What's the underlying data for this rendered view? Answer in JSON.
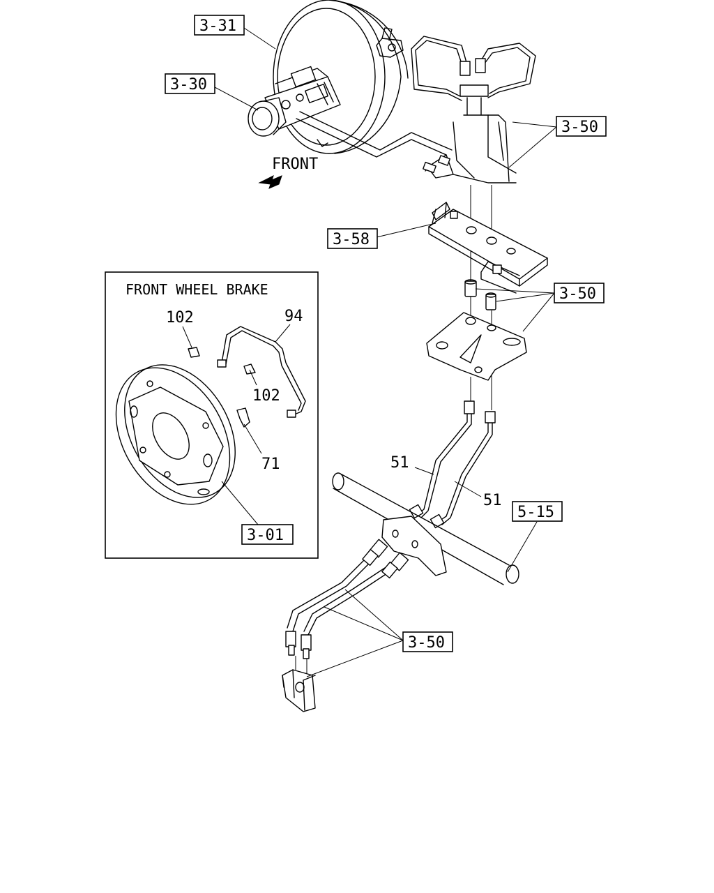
{
  "callouts": {
    "c331": "3-31",
    "c330": "3-30",
    "c350a": "3-50",
    "c358": "3-58",
    "c350b": "3-50",
    "c515": "5-15",
    "c350c": "3-50",
    "c301": "3-01"
  },
  "labels": {
    "front": "FRONT",
    "inset_title": "FRONT WHEEL BRAKE",
    "p102a": "102",
    "p94": "94",
    "p102b": "102",
    "p71": "71",
    "p51a": "51",
    "p51b": "51"
  }
}
